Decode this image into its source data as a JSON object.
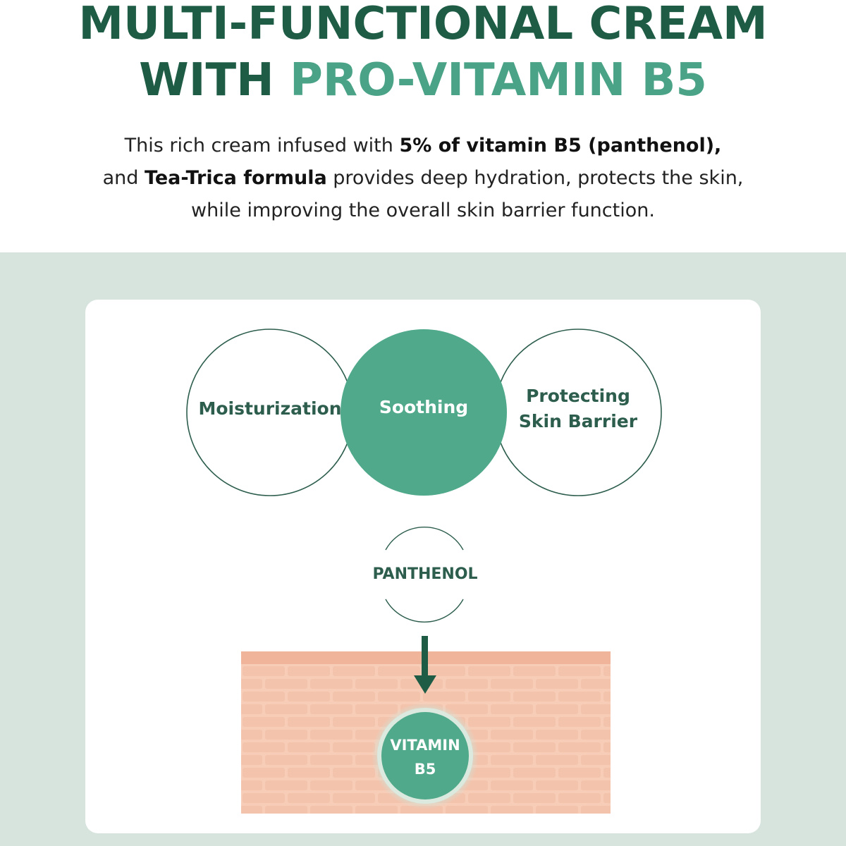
{
  "header": {
    "title_line1": "MULTI-FUNCTIONAL CREAM",
    "title_line2_prefix": "WITH ",
    "title_line2_accent": "PRO-VITAMIN B5",
    "desc_line1_normal": "This rich cream infused with ",
    "desc_line1_bold": "5% of vitamin B5 (panthenol),",
    "desc_line2_prefix": "and ",
    "desc_line2_bold": "Tea-Trica formula",
    "desc_line2_rest": " provides deep hydration, protects the skin,",
    "desc_line3": "while improving the overall skin barrier function."
  },
  "benefits": {
    "left": "Moisturization",
    "center": "Soothing",
    "right_line1": "Protecting",
    "right_line2": "Skin Barrier"
  },
  "ingredient": {
    "outer_label": "PANTHENOL",
    "inner_line1": "VITAMIN",
    "inner_line2": "B5"
  },
  "colors": {
    "title_dark": "#1e5c46",
    "title_accent": "#4aa386",
    "circle_fill": "#4fa98a",
    "background_panel": "#d7e4de",
    "skin": "#f7cdb8",
    "arrow": "#1e5c46"
  }
}
